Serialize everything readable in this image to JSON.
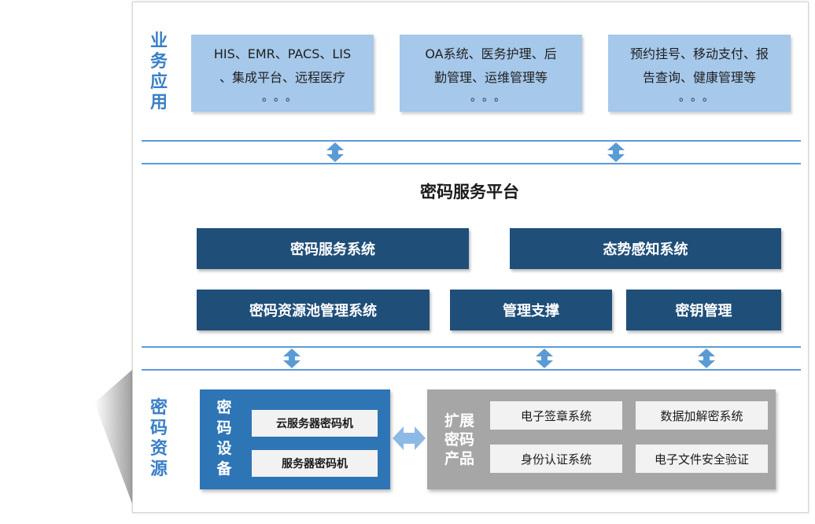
{
  "layers": {
    "business": "业务应用",
    "resource": "密码资源"
  },
  "apps": [
    {
      "line1": "HIS、EMR、PACS、LIS",
      "line2": "、集成平台、远程医疗",
      "dots": "。。。"
    },
    {
      "line1": "OA系统、医务护理、后",
      "line2": "勤管理、运维管理等",
      "dots": "。。。"
    },
    {
      "line1": "预约挂号、移动支付、报",
      "line2": "告查询、健康管理等",
      "dots": "。。。"
    }
  ],
  "platform": {
    "title": "密码服务平台",
    "systems": [
      "密码服务系统",
      "态势感知系统",
      "密码资源池管理系统",
      "管理支撑",
      "密钥管理"
    ]
  },
  "devices": {
    "title": "密码设备",
    "items": [
      "云服务器密码机",
      "服务器密码机"
    ]
  },
  "extended": {
    "title": "扩展密码产品",
    "items": [
      "电子签章系统",
      "数据加解密系统",
      "身份认证系统",
      "电子文件安全验证"
    ]
  },
  "colors": {
    "accent_blue": "#3a7fc6",
    "app_box": "#a6c8ea",
    "system_box": "#1f4e79",
    "device_panel": "#2e75b6",
    "extended_panel": "#a6a6a6",
    "arrow": "#5b9bd5"
  }
}
